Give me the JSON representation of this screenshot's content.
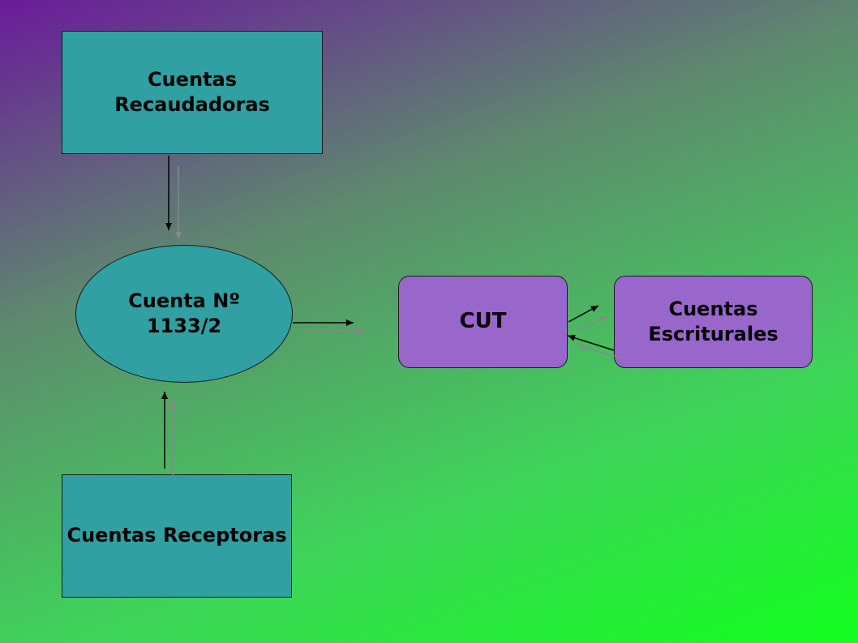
{
  "nodes": {
    "recaudadoras": "Cuentas\nRecaudadoras",
    "cuenta": "Cuenta Nº\n1133/2",
    "receptoras": "Cuentas Receptoras",
    "cut": "CUT",
    "escriturales": "Cuentas\nEscriturales"
  },
  "colors": {
    "teal": "#30a0a2",
    "violet": "#9966cc",
    "arrow_dark": "#000000",
    "arrow_gray": "#888888"
  }
}
